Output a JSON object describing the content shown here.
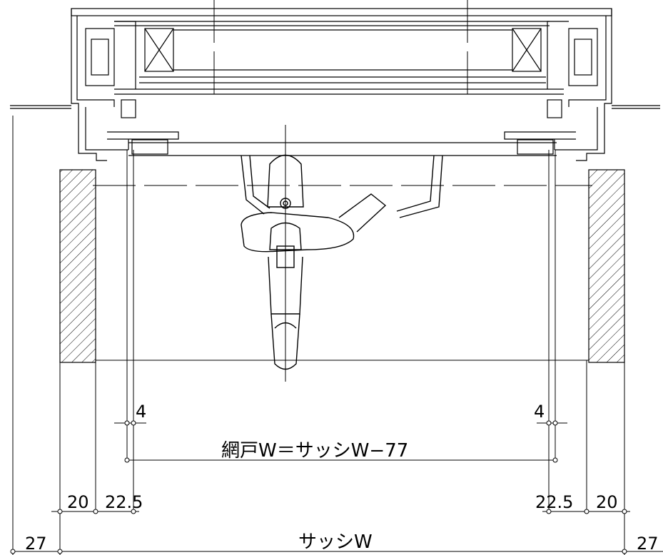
{
  "dimensions": {
    "screen_width_formula": "網戸W＝サッシW−77",
    "sash_width": "サッシW",
    "left_outer": "27",
    "right_outer": "27",
    "left_frame": "20",
    "left_offset": "22.5",
    "right_offset": "22.5",
    "right_frame": "20",
    "left_gap": "4",
    "right_gap": "4"
  },
  "colors": {
    "line": "#000000",
    "background": "#ffffff"
  }
}
